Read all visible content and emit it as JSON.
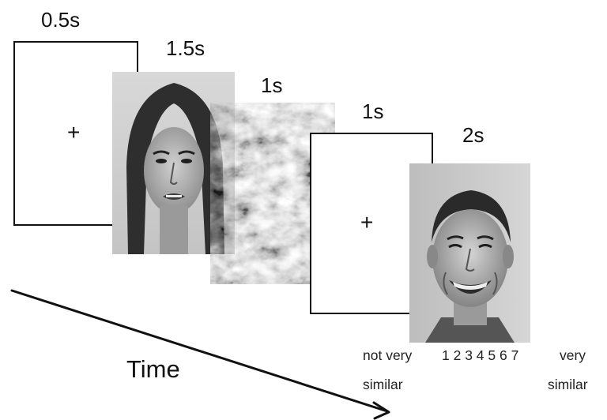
{
  "sequence": {
    "fixation_1": {
      "duration": "0.5s",
      "symbol": "+"
    },
    "face_1": {
      "duration": "1.5s",
      "icon": "face-photo-female-frowning"
    },
    "mask": {
      "duration": "1s",
      "icon": "noise-mask"
    },
    "fixation_2": {
      "duration": "1s",
      "symbol": "+"
    },
    "face_2": {
      "duration": "2s",
      "icon": "face-photo-male-smiling"
    }
  },
  "rating_scale": {
    "left_anchor_line1": "not very",
    "left_anchor_line2": "similar",
    "numbers": "1 2 3 4 5 6 7",
    "right_anchor_line1": "very",
    "right_anchor_line2": "similar"
  },
  "time_axis": {
    "label": "Time"
  }
}
